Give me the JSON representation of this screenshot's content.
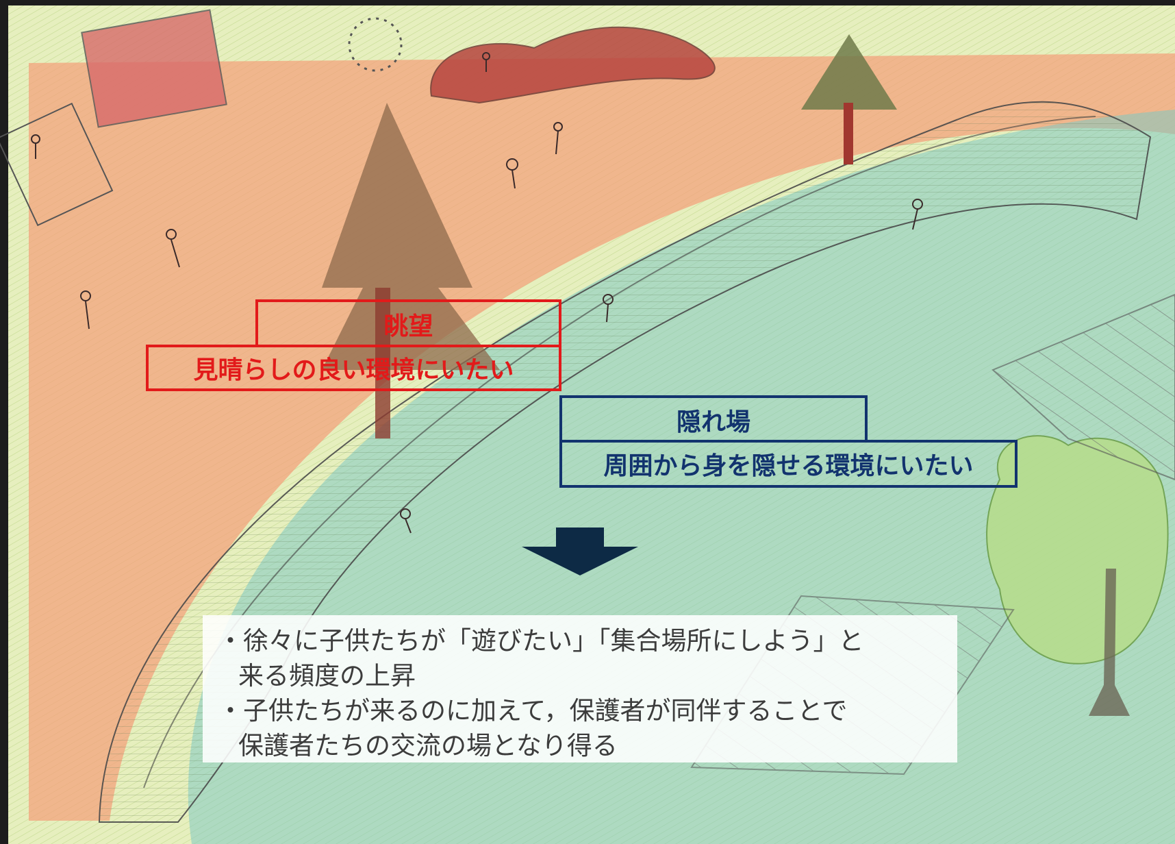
{
  "red_box": {
    "title": "眺望",
    "subtitle": "見晴らしの良い環境にいたい",
    "color": "#e21a1a"
  },
  "blue_box": {
    "title": "隠れ場",
    "subtitle": "周囲から身を隠せる環境にいたい",
    "color": "#12336e"
  },
  "arrow": {
    "icon": "down-arrow-icon",
    "color": "#0d2a45"
  },
  "notes": {
    "line1": "・徐々に子供たちが「遊びたい」「集合場所にしよう」と",
    "line2": "来る頻度の上昇",
    "line3": "・子供たちが来るのに加えて，保護者が同伴することで",
    "line4": "保護者たちの交流の場となり得る"
  },
  "colors": {
    "prospect_overlay": "#f4a07a",
    "refuge_overlay": "#7fc9c3",
    "grass": "#cfe39a"
  }
}
